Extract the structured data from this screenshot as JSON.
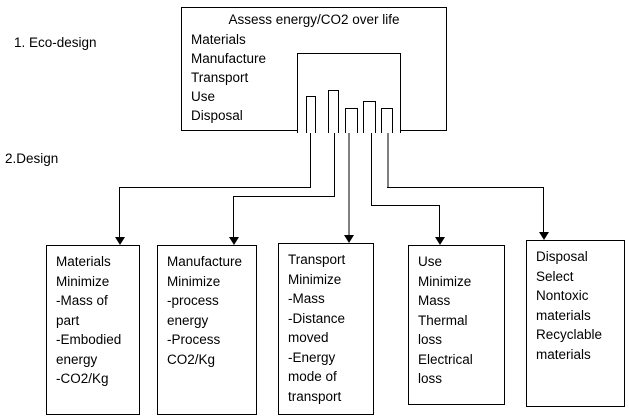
{
  "colors": {
    "line": "#000000",
    "gray_line": "#808080",
    "text": "#000000",
    "background": "#ffffff"
  },
  "stage_labels": {
    "step1": "1. Eco-design",
    "step2": "2.Design"
  },
  "assess_box": {
    "title": "Assess energy/CO2 over life",
    "items": [
      "Materials",
      "Manufacture",
      "Transport",
      "Use",
      "Disposal"
    ]
  },
  "chart_data": {
    "type": "bar",
    "title": "",
    "xlabel": "",
    "ylabel": "",
    "categories": [
      "Materials",
      "Manufacture",
      "Transport",
      "Use",
      "Disposal"
    ],
    "values": [
      37,
      43,
      25,
      32,
      25
    ],
    "note": "unlabeled mini bar chart inside the assess box; values are relative magnitudes (pixel heights), no axes or tick labels shown",
    "grid": false,
    "legend": false
  },
  "boxes": [
    {
      "id": "materials",
      "lines": [
        "Materials",
        "Minimize",
        "-Mass of",
        "part",
        "-Embodied",
        "energy",
        "-CO2/Kg"
      ]
    },
    {
      "id": "manufacture",
      "lines": [
        "Manufacture",
        "Minimize",
        "-process",
        "energy",
        "-Process",
        "CO2/Kg"
      ]
    },
    {
      "id": "transport",
      "lines": [
        "Transport",
        "Minimize",
        "-Mass",
        "-Distance",
        "moved",
        "-Energy",
        "mode of",
        "transport"
      ]
    },
    {
      "id": "use",
      "lines": [
        "Use",
        "Minimize",
        "Mass",
        "Thermal",
        "loss",
        "Electrical",
        "loss"
      ]
    },
    {
      "id": "disposal",
      "lines": [
        "Disposal",
        "Select",
        "Nontoxic",
        "materials",
        "Recyclable",
        "materials"
      ]
    }
  ]
}
